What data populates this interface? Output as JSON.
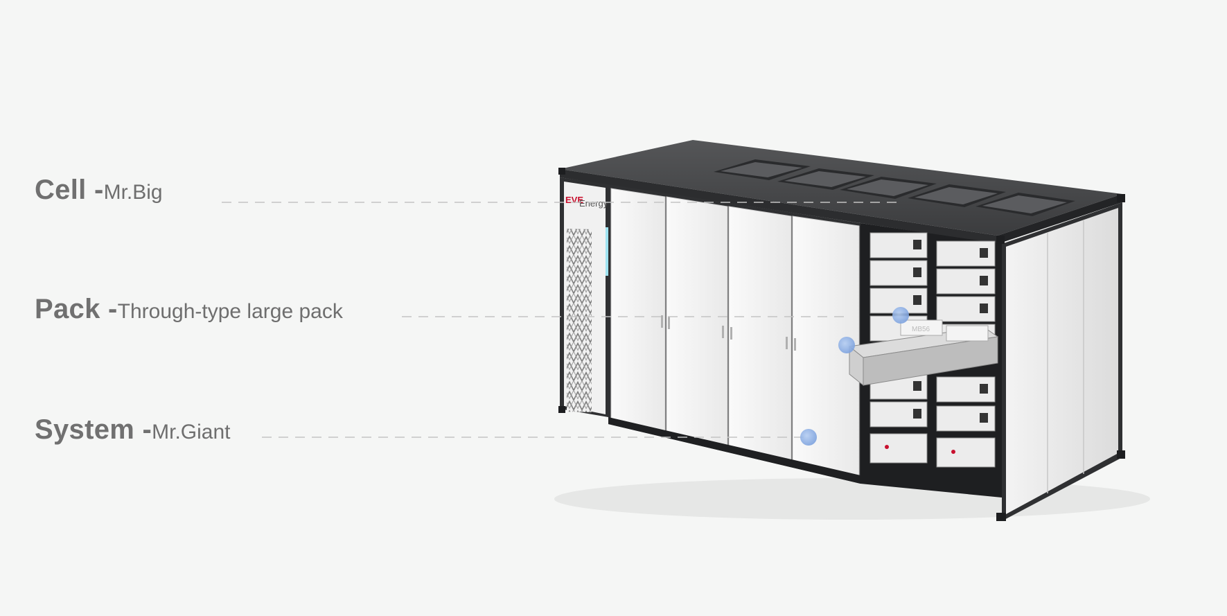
{
  "labels": [
    {
      "id": "cell",
      "main": "Cell - ",
      "sub": "Mr.Big"
    },
    {
      "id": "pack",
      "main": "Pack -",
      "sub": "Through-type large pack"
    },
    {
      "id": "system",
      "main": "System - ",
      "sub": "Mr.Giant"
    }
  ],
  "brand": {
    "logo_text_red": "EVE",
    "logo_text_gray": "Energy"
  },
  "module_label": "MB56",
  "colors": {
    "background": "#f5f6f5",
    "label_text": "#707070",
    "container_roof": "#4a4b4d",
    "container_frame": "#2f3032",
    "panel_white": "#f4f4f4",
    "brand_red": "#c8102e",
    "hotspot_blue": "#8fb1e6",
    "leader_line": "#c4c4c4"
  },
  "icons": {
    "hotspot": "blue-dot-icon"
  }
}
